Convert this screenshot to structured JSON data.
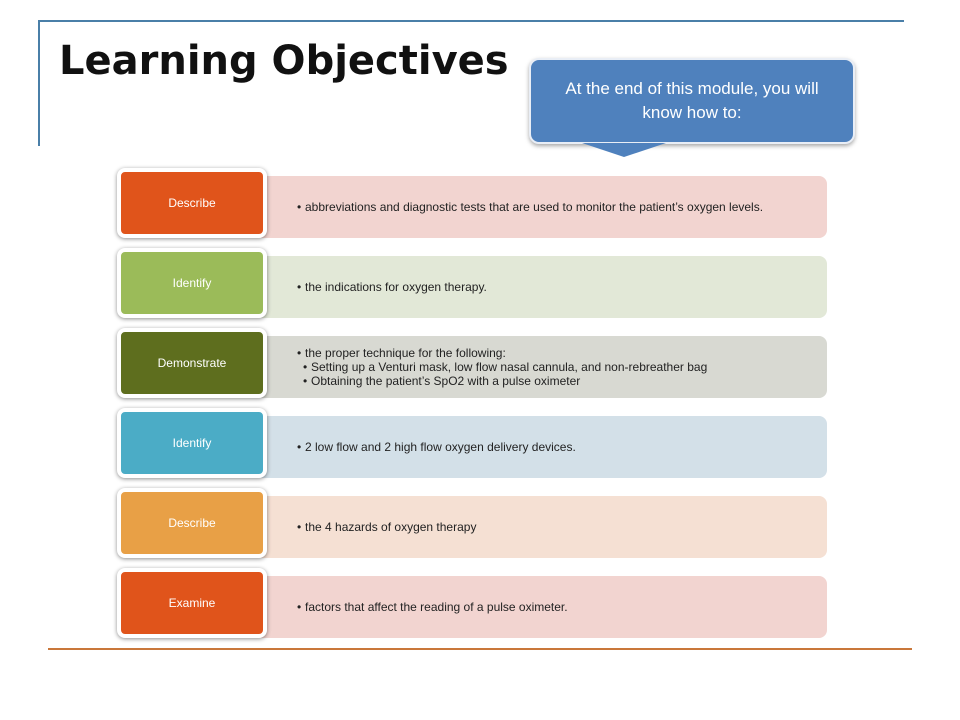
{
  "page": {
    "title": "Learning Objectives",
    "callout": "At the end of this module, you will know how to:"
  },
  "objectives": [
    {
      "verb": "Describe",
      "badge_color": "#e0541b",
      "bar_color": "#f2d4d0",
      "items": [
        "abbreviations and diagnostic tests that are used to monitor the patient’s oxygen levels."
      ],
      "subitems": []
    },
    {
      "verb": "Identify",
      "badge_color": "#9bbb59",
      "bar_color": "#e2e8d7",
      "items": [
        "the indications for oxygen therapy."
      ],
      "subitems": []
    },
    {
      "verb": "Demonstrate",
      "badge_color": "#5e6e1e",
      "bar_color": "#d8d9d2",
      "items": [
        "the proper technique for the following:"
      ],
      "subitems": [
        "Setting up a Venturi mask, low flow nasal cannula, and non-rebreather  bag",
        "Obtaining the patient’s SpO2 with a pulse oximeter"
      ]
    },
    {
      "verb": "Identify",
      "badge_color": "#4bacc6",
      "bar_color": "#d3e0e8",
      "items": [
        "2 low flow and 2 high flow oxygen delivery devices."
      ],
      "subitems": []
    },
    {
      "verb": "Describe",
      "badge_color": "#e8a046",
      "bar_color": "#f5e0d3",
      "items": [
        "the 4 hazards of oxygen therapy"
      ],
      "subitems": []
    },
    {
      "verb": "Examine",
      "badge_color": "#e0541b",
      "bar_color": "#f2d4d0",
      "items": [
        "factors that affect the reading of a pulse oximeter."
      ],
      "subitems": []
    }
  ]
}
